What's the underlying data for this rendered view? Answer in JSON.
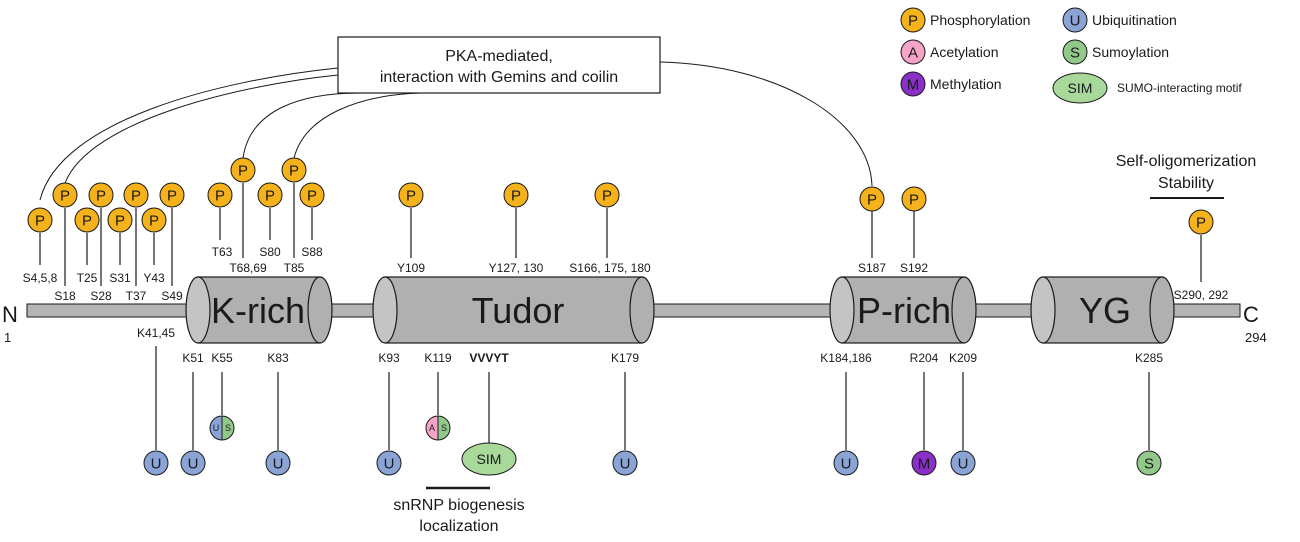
{
  "ptm_types": {
    "phosphorylation": {
      "letter": "P",
      "color": "#f5b21a",
      "label": "Phosphorylation"
    },
    "acetylation": {
      "letter": "A",
      "color": "#f5a3c7",
      "label": "Acetylation"
    },
    "methylation": {
      "letter": "M",
      "color": "#8b2fc9",
      "label": "Methylation"
    },
    "ubiquitination": {
      "letter": "U",
      "color": "#8aa4d6",
      "label": "Ubiquitination"
    },
    "sumoylation": {
      "letter": "S",
      "color": "#92c98a",
      "label": "Sumoylation"
    },
    "sim": {
      "letter": "SIM",
      "color": "#a8d89a",
      "label": "SUMO-interacting motif"
    }
  },
  "protein": {
    "n_label": "N",
    "n_pos": "1",
    "c_label": "C",
    "c_pos": "294"
  },
  "domains": [
    {
      "name": "K-rich"
    },
    {
      "name": "Tudor"
    },
    {
      "name": "P-rich"
    },
    {
      "name": "YG"
    }
  ],
  "annotations": {
    "pka_box_line1": "PKA-mediated,",
    "pka_box_line2": "interaction with Gemins and coilin",
    "self_oligo_line1": "Self-oligomerization",
    "self_oligo_line2": "Stability",
    "snrnp_line1": "snRNP biogenesis",
    "snrnp_line2": "localization",
    "vvvyt": "VVVYT"
  },
  "phospho_sites": [
    "S4,5,8",
    "S18",
    "T25",
    "S28",
    "S31",
    "T37",
    "Y43",
    "S49",
    "T63",
    "T68,69",
    "S80",
    "T85",
    "S88",
    "Y109",
    "Y127, 130",
    "S166, 175, 180",
    "S187",
    "S192",
    "S290, 292"
  ],
  "lower_sites": [
    "K41,45",
    "K51",
    "K55",
    "K83",
    "K93",
    "K119",
    "K179",
    "K184,186",
    "R204",
    "K209",
    "K285"
  ]
}
